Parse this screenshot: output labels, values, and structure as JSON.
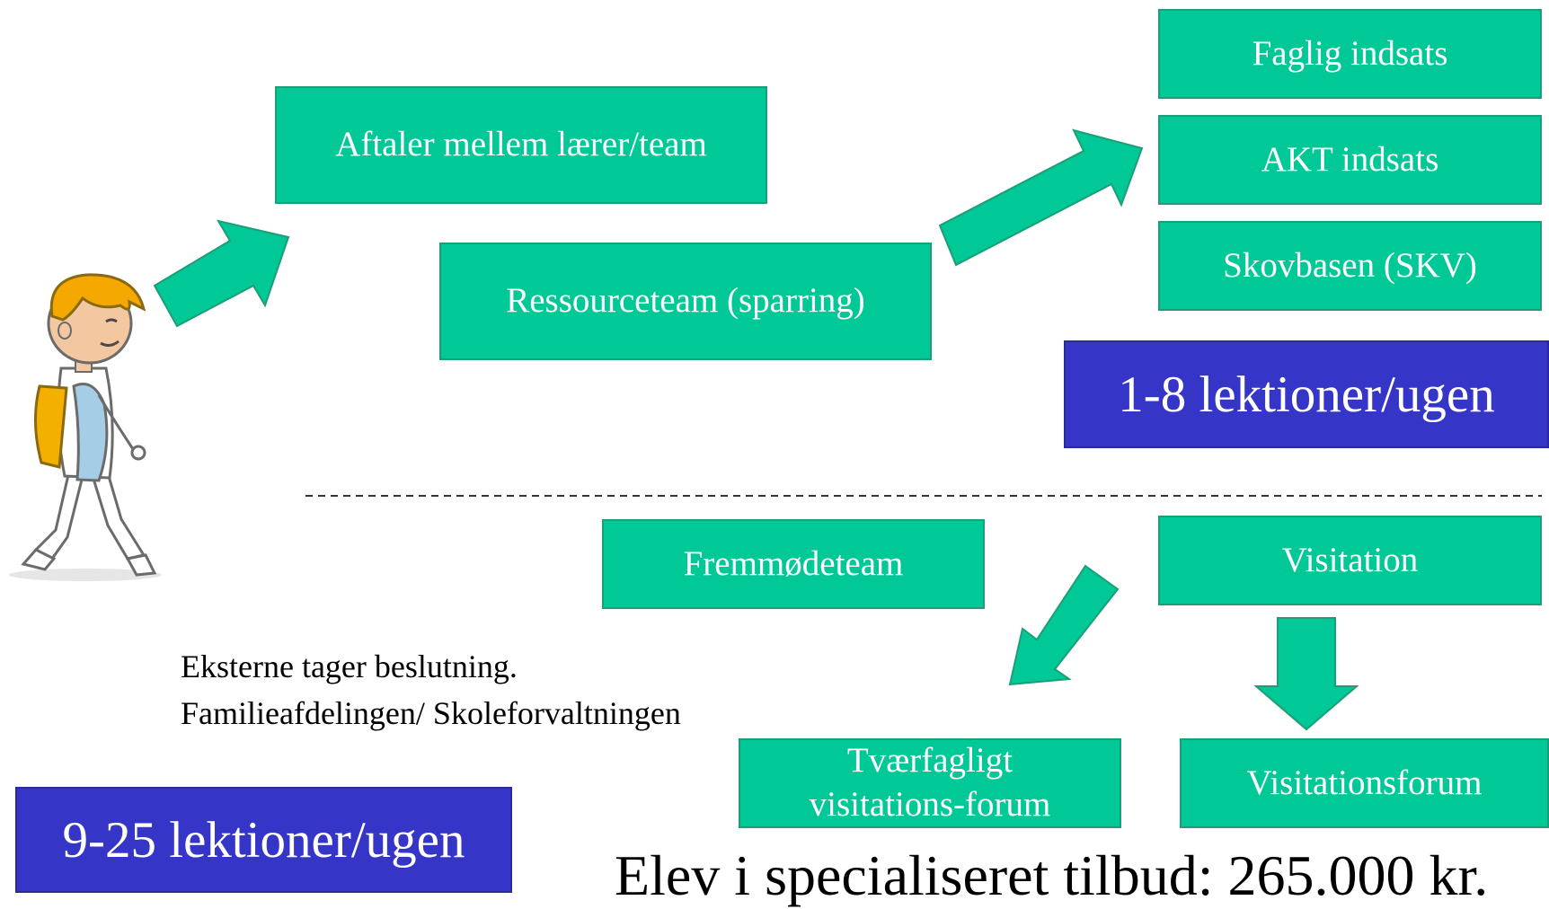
{
  "boxes": {
    "aftaler": "Aftaler mellem lærer/team",
    "ressourceteam": "Ressourceteam (sparring)",
    "faglig": "Faglig indsats",
    "akt": "AKT indsats",
    "skovbasen": "Skovbasen (SKV)",
    "fremmoedeteam": "Fremmødeteam",
    "visitation": "Visitation",
    "tvaerfagligt_line1": "Tværfagligt",
    "tvaerfagligt_line2": "visitations-forum",
    "visitationsforum": "Visitationsforum"
  },
  "badges": {
    "upper": "1-8 lektioner/ugen",
    "lower": "9-25 lektioner/ugen"
  },
  "note": {
    "line1": "Eksterne tager beslutning.",
    "line2": "Familieafdelingen/ Skoleforvaltningen"
  },
  "bottom_text": "Elev i specialiseret tilbud: 265.000 kr.",
  "colors": {
    "box_fill": "#00c896",
    "badge_fill": "#3535c8",
    "arrow_fill": "#00c896"
  },
  "icons": [
    "walking-child-illustration",
    "arrow-right-up",
    "arrow-right-up",
    "arrow-left-down",
    "arrow-down"
  ]
}
